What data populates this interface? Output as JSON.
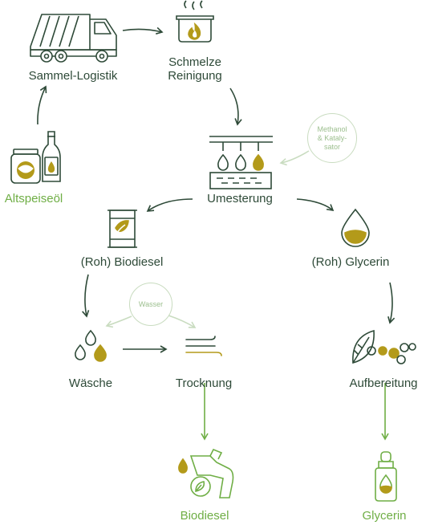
{
  "nodes": {
    "sammel_logistik": "Sammel-Logistik",
    "schmelze_reinigung": [
      "Schmelze",
      "Reinigung"
    ],
    "altspeiseoel": "Altspeiseöl",
    "umesterung": "Umesterung",
    "roh_biodiesel": "(Roh) Biodiesel",
    "roh_glycerin": "(Roh) Glycerin",
    "waesche": "Wäsche",
    "trocknung": "Trocknung",
    "aufbereitung": "Aufbereitung",
    "biodiesel": "Biodiesel",
    "glycerin": "Glycerin"
  },
  "inputs": {
    "methanol": [
      "Methanol",
      "& Kataly-",
      "sator"
    ],
    "wasser": "Wasser"
  },
  "colors": {
    "dark_green": "#2e4a38",
    "light_green": "#6fae45",
    "olive": "#b39a1a",
    "pale_green": "#c9dcc0"
  },
  "icons": [
    "truck-icon",
    "melting-pot-icon",
    "bottles-icon",
    "dropper-rig-icon",
    "barrel-icon",
    "drop-icon",
    "water-drops-icon",
    "drying-wind-icon",
    "leaf-bubbles-icon",
    "fuel-nozzle-icon",
    "serum-bottle-icon"
  ]
}
